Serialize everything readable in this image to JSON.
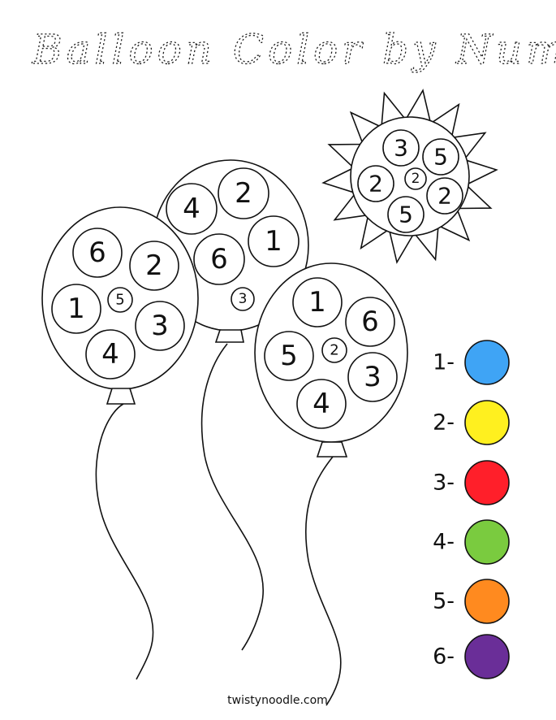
{
  "title": "Balloon Color by Number",
  "footer": "twistynoodle.com",
  "sun": {
    "circles": [
      {
        "n": "3"
      },
      {
        "n": "5"
      },
      {
        "n": "2"
      },
      {
        "n": "2"
      },
      {
        "n": "2"
      },
      {
        "n": "5"
      }
    ]
  },
  "balloons": [
    {
      "id": "left",
      "circles": [
        {
          "n": "6"
        },
        {
          "n": "2"
        },
        {
          "n": "1"
        },
        {
          "n": "5"
        },
        {
          "n": "3"
        },
        {
          "n": "4"
        }
      ]
    },
    {
      "id": "middle",
      "circles": [
        {
          "n": "4"
        },
        {
          "n": "2"
        },
        {
          "n": "1"
        },
        {
          "n": "6"
        },
        {
          "n": "3"
        }
      ]
    },
    {
      "id": "right",
      "circles": [
        {
          "n": "1"
        },
        {
          "n": "6"
        },
        {
          "n": "5"
        },
        {
          "n": "2"
        },
        {
          "n": "3"
        },
        {
          "n": "4"
        }
      ]
    }
  ],
  "legend": [
    {
      "label": "1-",
      "color": "#3fa4f5"
    },
    {
      "label": "2-",
      "color": "#fff01f"
    },
    {
      "label": "3-",
      "color": "#ff1f2a"
    },
    {
      "label": "4-",
      "color": "#7acb3f"
    },
    {
      "label": "5-",
      "color": "#ff8a1f"
    },
    {
      "label": "6-",
      "color": "#6a2e98"
    }
  ]
}
